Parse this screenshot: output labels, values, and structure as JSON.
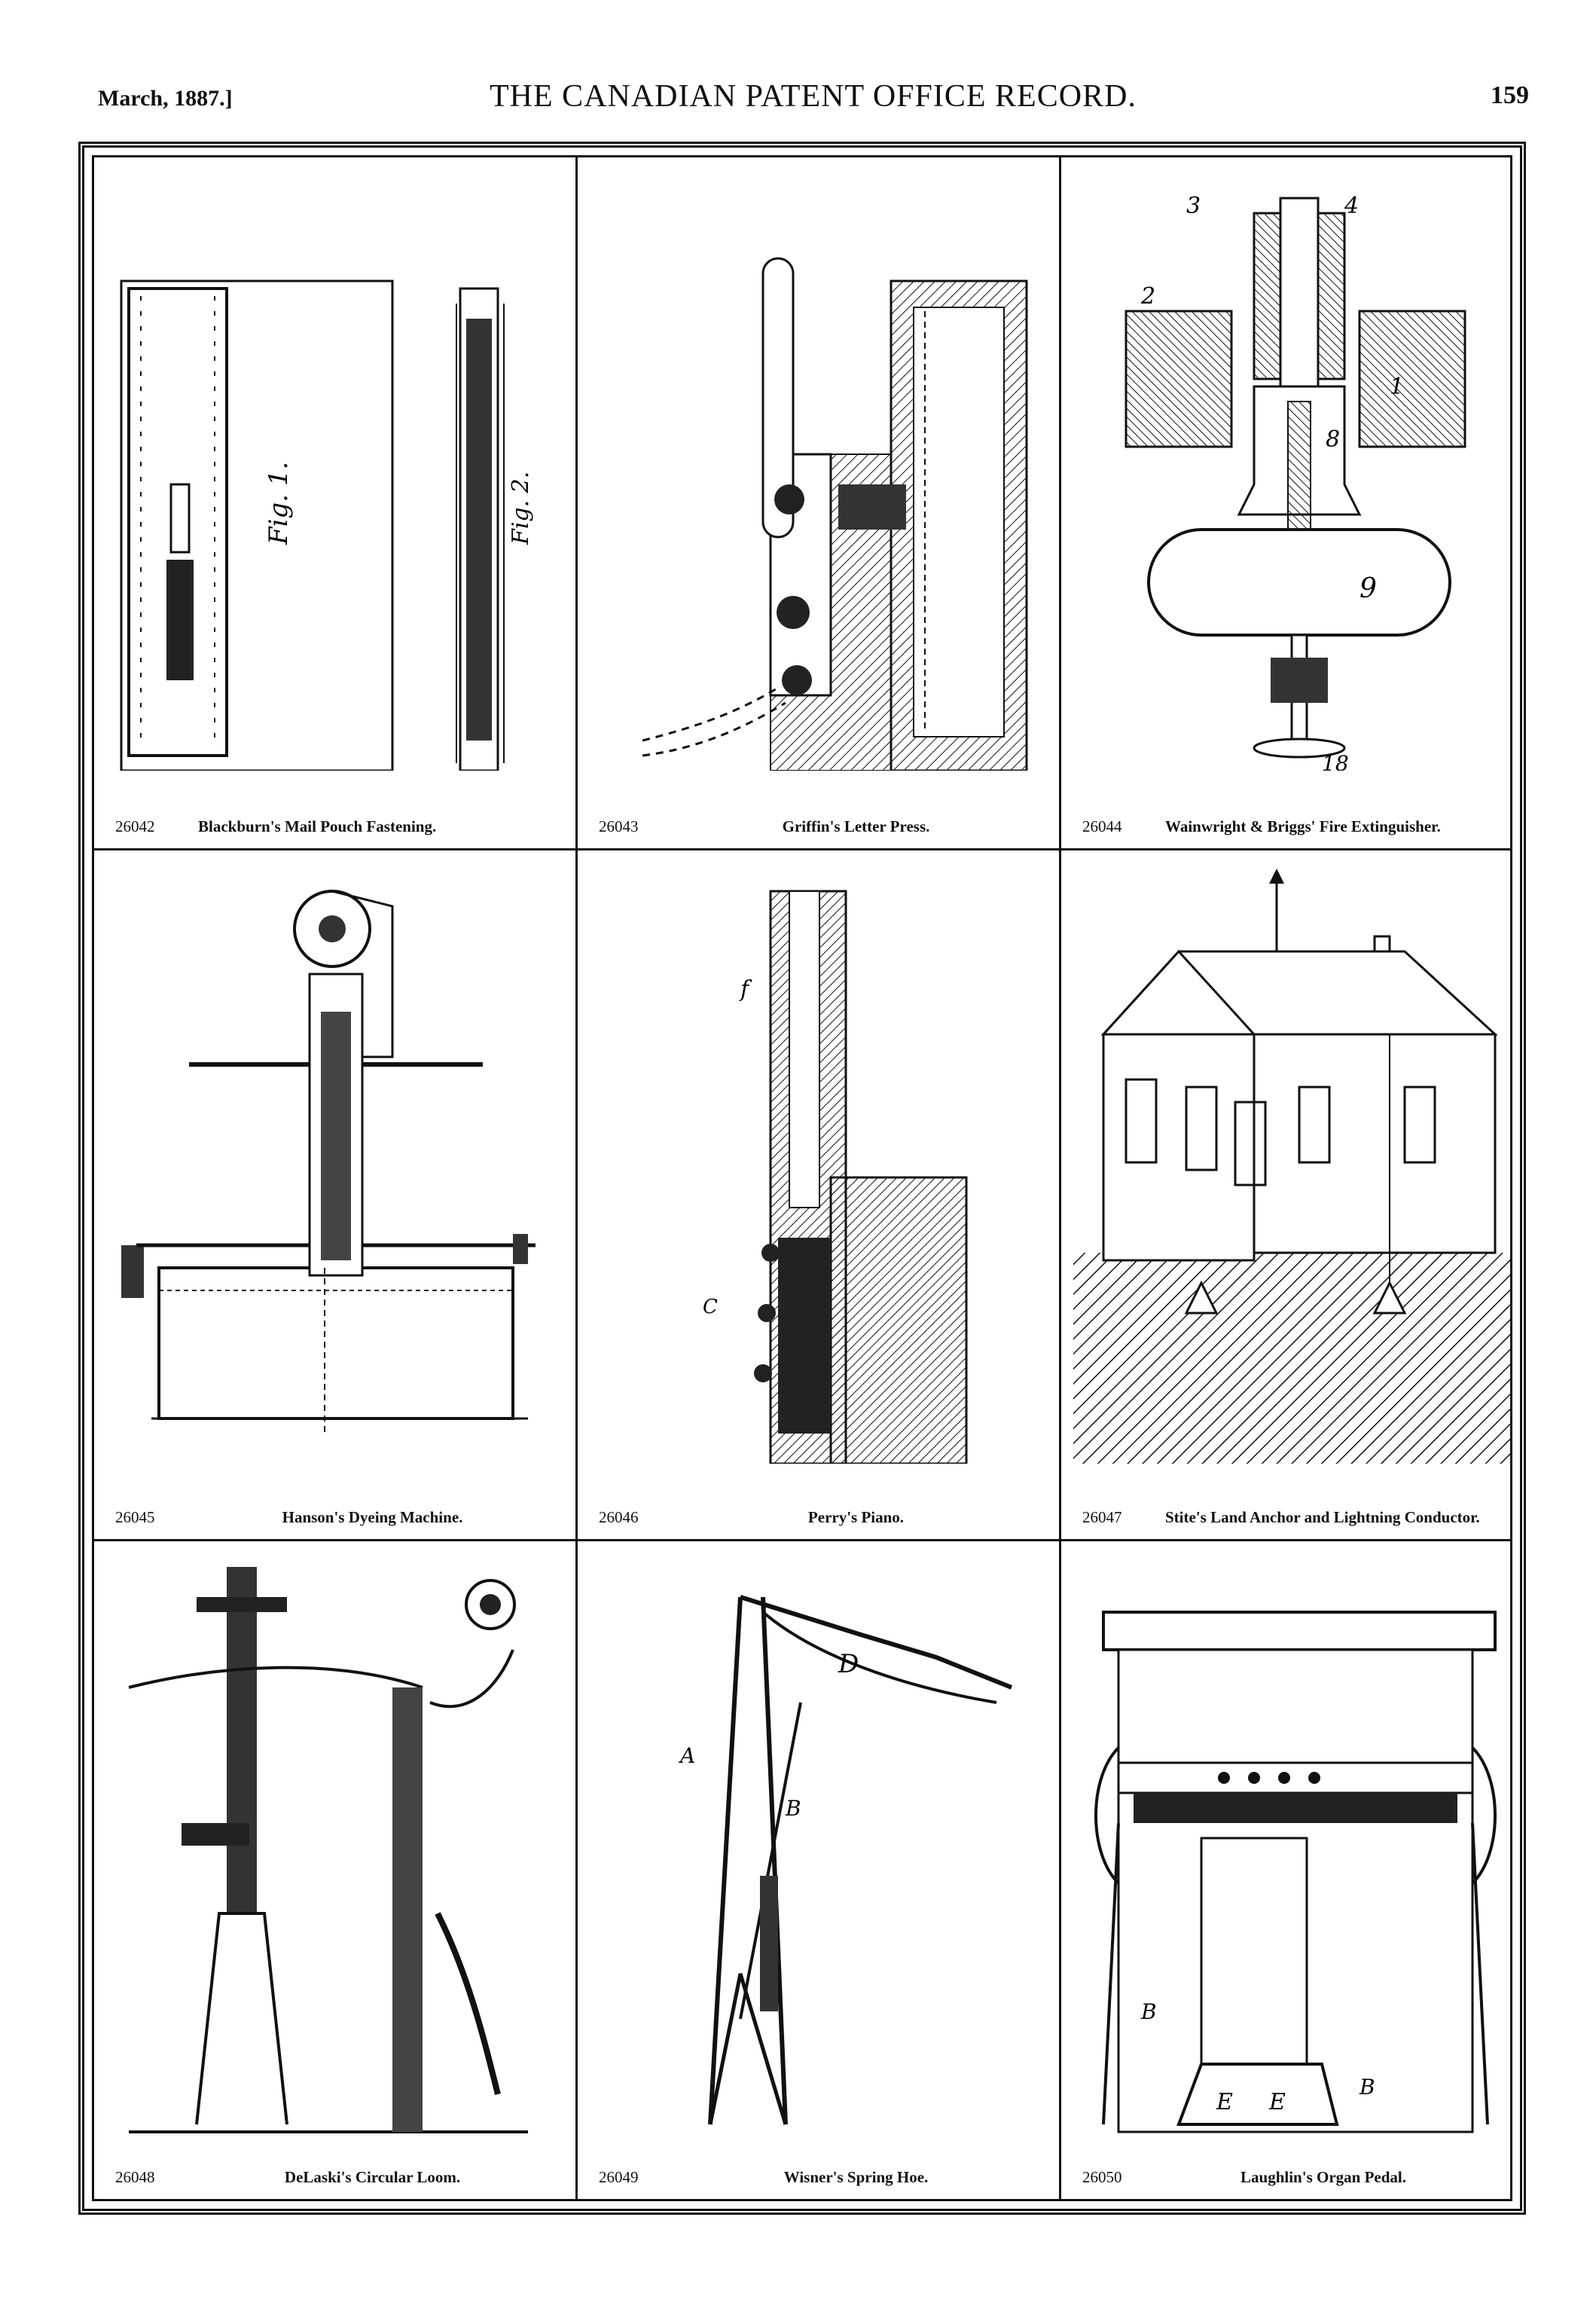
{
  "header": {
    "date": "March, 1887.]",
    "title": "THE CANADIAN PATENT OFFICE RECORD.",
    "page_number": "159"
  },
  "figures": [
    {
      "number": "26042",
      "title": "Blackburn's Mail Pouch Fastening.",
      "icon": "mail-pouch-fastening-drawing"
    },
    {
      "number": "26043",
      "title": "Griffin's Letter Press.",
      "icon": "letter-press-drawing"
    },
    {
      "number": "26044",
      "title": "Wainwright & Briggs' Fire Extinguisher.",
      "icon": "fire-extinguisher-drawing"
    },
    {
      "number": "26045",
      "title": "Hanson's Dyeing Machine.",
      "icon": "dyeing-machine-drawing"
    },
    {
      "number": "26046",
      "title": "Perry's Piano.",
      "icon": "piano-section-drawing"
    },
    {
      "number": "26047",
      "title": "Stite's Land Anchor and Lightning Conductor.",
      "icon": "house-lightning-conductor-drawing"
    },
    {
      "number": "26048",
      "title": "DeLaski's Circular Loom.",
      "icon": "circular-loom-drawing"
    },
    {
      "number": "26049",
      "title": "Wisner's Spring Hoe.",
      "icon": "spring-hoe-drawing"
    },
    {
      "number": "26050",
      "title": "Laughlin's Organ Pedal.",
      "icon": "organ-pedal-drawing"
    }
  ]
}
